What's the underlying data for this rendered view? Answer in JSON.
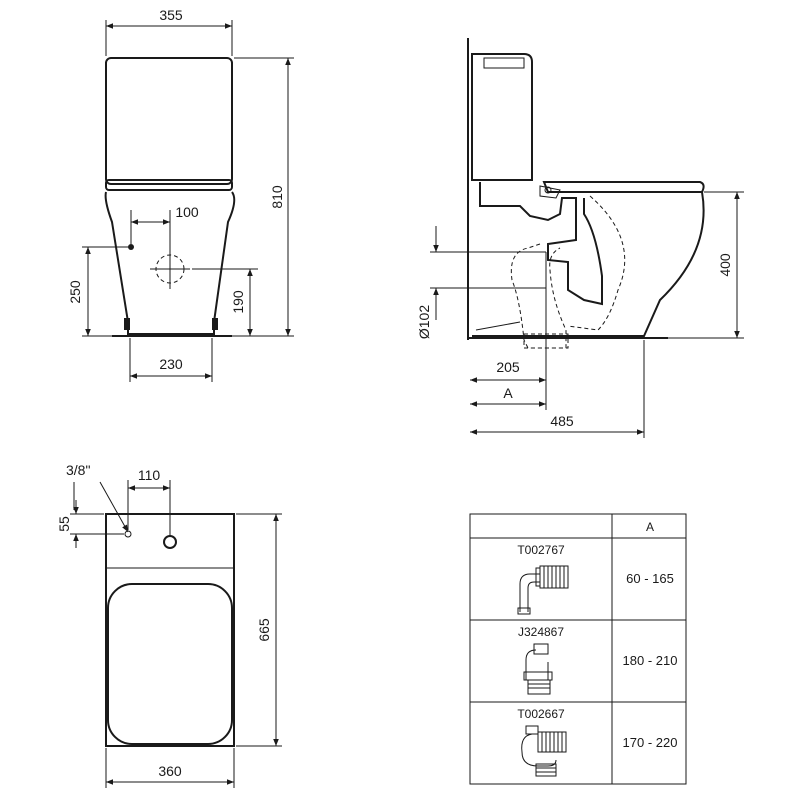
{
  "front_view": {
    "width_top": "355",
    "height_total": "810",
    "outlet_offset": "100",
    "inlet_height": "250",
    "outlet_height": "190",
    "base_width": "230"
  },
  "side_view": {
    "pan_height": "400",
    "outlet_diameter": "Ø102",
    "outlet_distance": "205",
    "dim_a": "A",
    "depth_total": "485"
  },
  "top_view": {
    "thread": "3/8\"",
    "offset": "110",
    "depth_offset": "55",
    "length": "665",
    "width": "360"
  },
  "connector_table": {
    "header_a": "A",
    "rows": [
      {
        "code": "T002767",
        "range": "60 - 165"
      },
      {
        "code": "J324867",
        "range": "180 - 210"
      },
      {
        "code": "T002667",
        "range": "170 - 220"
      }
    ]
  }
}
